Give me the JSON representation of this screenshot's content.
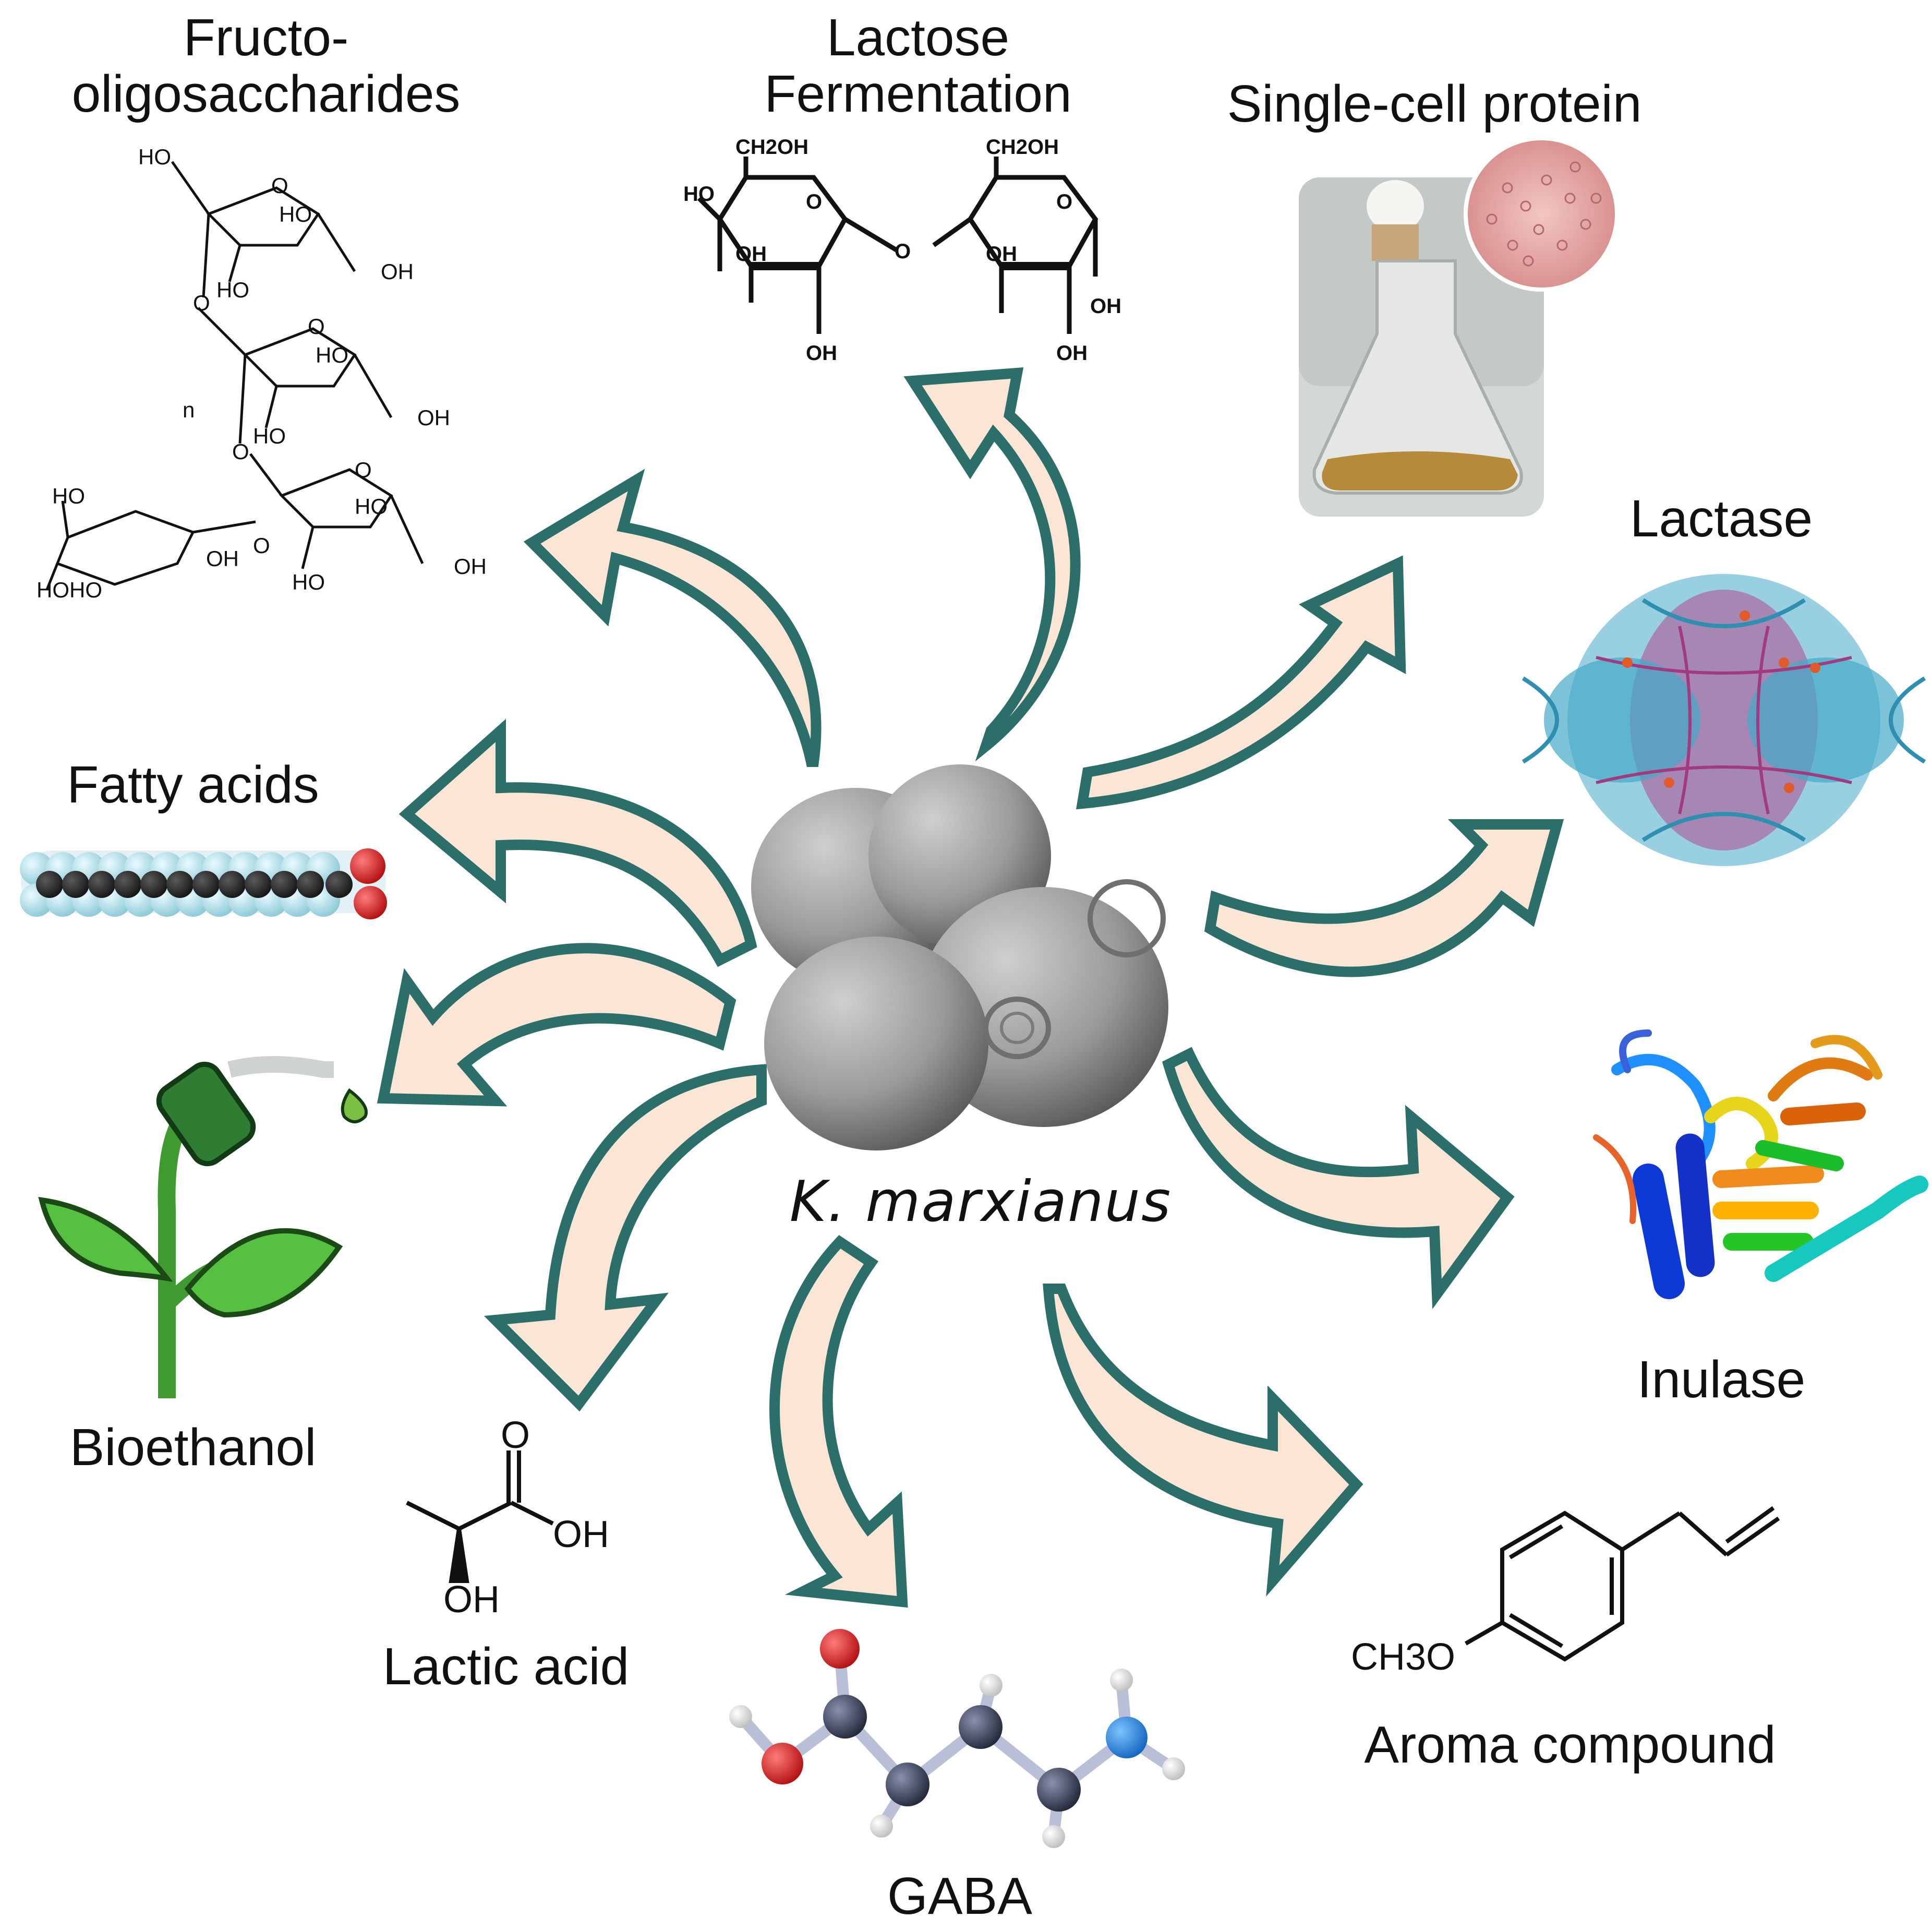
{
  "colors": {
    "arrow_fill": "#fbe5d5",
    "arrow_stroke": "#2c6e6a",
    "yeast_gray": "#8a8a8a",
    "plant_green": "#3f9b2f",
    "nozzle_green": "#2e7d32",
    "atom_carbon": "#2f3448",
    "atom_oxygen": "#d81f1f",
    "atom_nitrogen": "#1e88e5",
    "atom_hydrogen": "#ffffff",
    "lactase_cyan": "#45a9c9",
    "lactase_magenta": "#b0488e",
    "culture_broth": "#b58a3a",
    "micrograph_pink": "#e8a9a8"
  },
  "center": {
    "organism": "K. marxianus",
    "image": "yeast-cells-sem"
  },
  "products": [
    {
      "key": "fos",
      "label": "Fructo-oligosaccharides",
      "label_lines": [
        "Fructo-",
        "oligosaccharides"
      ],
      "icon": "fos-structure"
    },
    {
      "key": "lactose",
      "label": "Lactose Fermentation",
      "label_lines": [
        "Lactose",
        "Fermentation"
      ],
      "icon": "lactose-structure"
    },
    {
      "key": "scp",
      "label": "Single-cell protein",
      "icon": "flask-culture"
    },
    {
      "key": "lactase",
      "label": "Lactase",
      "icon": "lactase-protein"
    },
    {
      "key": "inulase",
      "label": "Inulase",
      "icon": "inulase-protein"
    },
    {
      "key": "aroma",
      "label": "Aroma compound",
      "icon": "estragole-structure"
    },
    {
      "key": "gaba",
      "label": "GABA",
      "icon": "gaba-ball-stick"
    },
    {
      "key": "lactic",
      "label": "Lactic acid",
      "icon": "lactic-acid-structure"
    },
    {
      "key": "bioethanol",
      "label": "Bioethanol",
      "icon": "plant-fuel-nozzle"
    },
    {
      "key": "fatty",
      "label": "Fatty acids",
      "icon": "fatty-acid-spacefill"
    }
  ],
  "chem_labels": {
    "fos": {
      "ho": "HO",
      "oh": "OH",
      "o": "O",
      "n": "n",
      "hoho": "HOHO"
    },
    "lactose": {
      "ch2oh": "CH2OH",
      "ho": "HO",
      "oh": "OH",
      "o": "O"
    },
    "lactic": {
      "o": "O",
      "oh": "OH"
    },
    "aroma": {
      "ch3o": "CH3O"
    }
  }
}
